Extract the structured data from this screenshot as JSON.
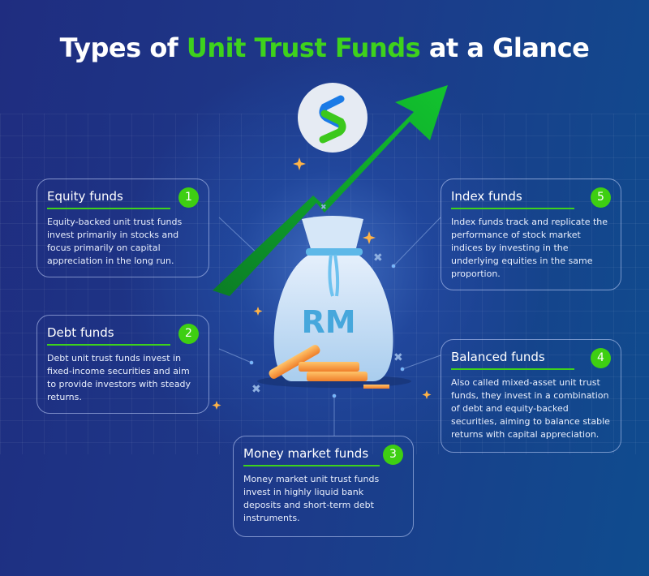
{
  "title": {
    "prefix": "Types of ",
    "highlight": "Unit Trust Funds",
    "suffix": " at a Glance"
  },
  "bag_label": "RM",
  "colors": {
    "accent": "#3ed21c",
    "background": "#1f2d80"
  },
  "funds": [
    {
      "number": "1",
      "title": "Equity funds",
      "description": "Equity-backed unit trust funds invest primarily in stocks and focus primarily on capital appreciation in the long run."
    },
    {
      "number": "2",
      "title": "Debt funds",
      "description": "Debt unit trust funds invest in fixed-income securities and aim to provide investors with steady returns."
    },
    {
      "number": "3",
      "title": "Money market funds",
      "description": "Money market unit trust funds invest in highly liquid bank deposits and short-term debt instruments."
    },
    {
      "number": "4",
      "title": "Balanced funds",
      "description": "Also called mixed-asset unit trust funds, they invest in a combination of debt and equity-backed securities, aiming to balance stable returns with capital appreciation."
    },
    {
      "number": "5",
      "title": "Index funds",
      "description": "Index funds track and replicate the performance of stock market indices by investing in the underlying equities in the same proportion."
    }
  ]
}
